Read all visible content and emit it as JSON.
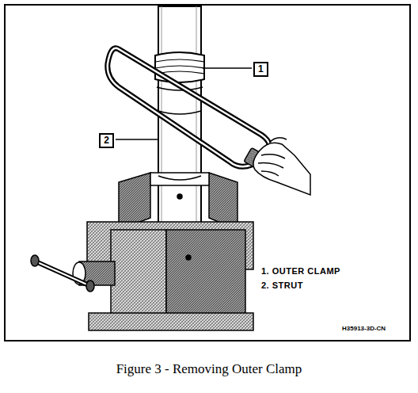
{
  "diagram": {
    "caption": "Figure 3 - Removing Outer Clamp",
    "labels": [
      "1",
      "2",
      "1. OUTER CLAMP",
      "2. STRUT",
      "H35913-3D-CN"
    ]
  }
}
